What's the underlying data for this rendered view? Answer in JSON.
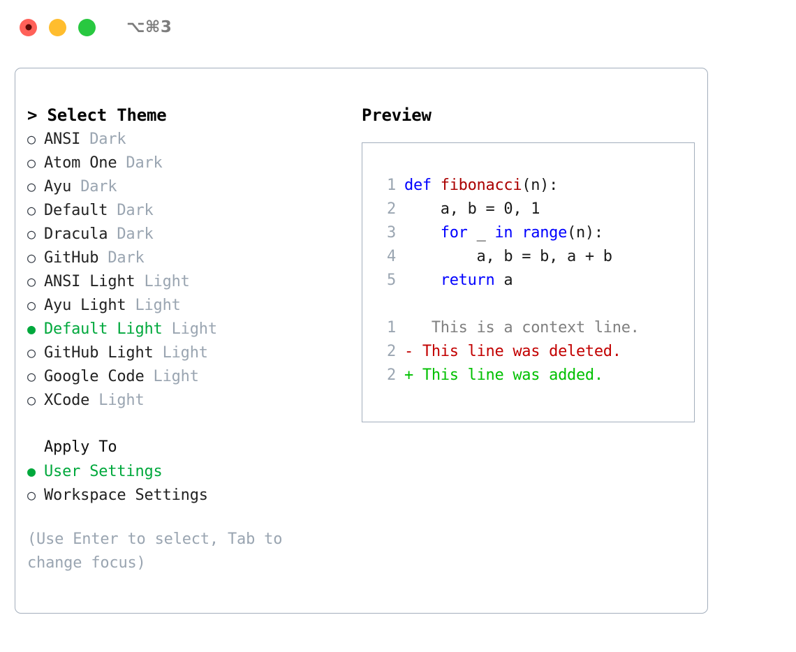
{
  "titlebar": {
    "shortcut": "⌥⌘3",
    "buttons": [
      {
        "name": "close",
        "color": "#ff6159"
      },
      {
        "name": "minimize",
        "color": "#ffbd2e"
      },
      {
        "name": "maximize",
        "color": "#28c840"
      }
    ]
  },
  "accent_colors": {
    "green": "#00a83c",
    "muted_gray": "#9aa5b1",
    "border": "#a3aebc",
    "keyword_blue": "#0000ff",
    "function_dark_red": "#aa0000",
    "diff_red": "#c20000",
    "diff_green": "#00c000",
    "context_gray": "#808080"
  },
  "theme_section": {
    "header": "> Select Theme",
    "marker_unselected": "○",
    "marker_selected": "●",
    "items": [
      {
        "name": "ANSI",
        "tag": "Dark",
        "selected": false
      },
      {
        "name": "Atom One",
        "tag": "Dark",
        "selected": false
      },
      {
        "name": "Ayu",
        "tag": "Dark",
        "selected": false
      },
      {
        "name": "Default",
        "tag": "Dark",
        "selected": false
      },
      {
        "name": "Dracula",
        "tag": "Dark",
        "selected": false
      },
      {
        "name": "GitHub",
        "tag": "Dark",
        "selected": false
      },
      {
        "name": "ANSI Light",
        "tag": "Light",
        "selected": false
      },
      {
        "name": "Ayu Light",
        "tag": "Light",
        "selected": false
      },
      {
        "name": "Default Light",
        "tag": "Light",
        "selected": true
      },
      {
        "name": "GitHub Light",
        "tag": "Light",
        "selected": false
      },
      {
        "name": "Google Code",
        "tag": "Light",
        "selected": false
      },
      {
        "name": "XCode",
        "tag": "Light",
        "selected": false
      }
    ]
  },
  "apply_to_section": {
    "header": "Apply To",
    "items": [
      {
        "name": "User Settings",
        "selected": true
      },
      {
        "name": "Workspace Settings",
        "selected": false
      }
    ]
  },
  "hint": "(Use Enter to select, Tab to change focus)",
  "preview": {
    "title": "Preview",
    "code_lines": [
      {
        "lno": "1",
        "segments": [
          {
            "text": "def ",
            "style": "kw"
          },
          {
            "text": "fibonacci",
            "style": "fn"
          },
          {
            "text": "(n):",
            "style": "plain"
          }
        ]
      },
      {
        "lno": "2",
        "segments": [
          {
            "text": "    a, b = 0, 1",
            "style": "plain"
          }
        ]
      },
      {
        "lno": "3",
        "segments": [
          {
            "text": "    ",
            "style": "plain"
          },
          {
            "text": "for",
            "style": "kw"
          },
          {
            "text": " _ ",
            "style": "plain"
          },
          {
            "text": "in",
            "style": "kw"
          },
          {
            "text": " ",
            "style": "plain"
          },
          {
            "text": "range",
            "style": "kw"
          },
          {
            "text": "(n):",
            "style": "plain"
          }
        ]
      },
      {
        "lno": "4",
        "segments": [
          {
            "text": "        a, b = b, a + b",
            "style": "plain"
          }
        ]
      },
      {
        "lno": "5",
        "segments": [
          {
            "text": "    ",
            "style": "plain"
          },
          {
            "text": "return",
            "style": "kw"
          },
          {
            "text": " a",
            "style": "plain"
          }
        ]
      }
    ],
    "diff_lines": [
      {
        "lno": "1",
        "marker": " ",
        "text": "  This is a context line.",
        "kind": "context"
      },
      {
        "lno": "2",
        "marker": "-",
        "text": " This line was deleted.",
        "kind": "deleted"
      },
      {
        "lno": "2",
        "marker": "+",
        "text": " This line was added.",
        "kind": "added"
      }
    ]
  }
}
